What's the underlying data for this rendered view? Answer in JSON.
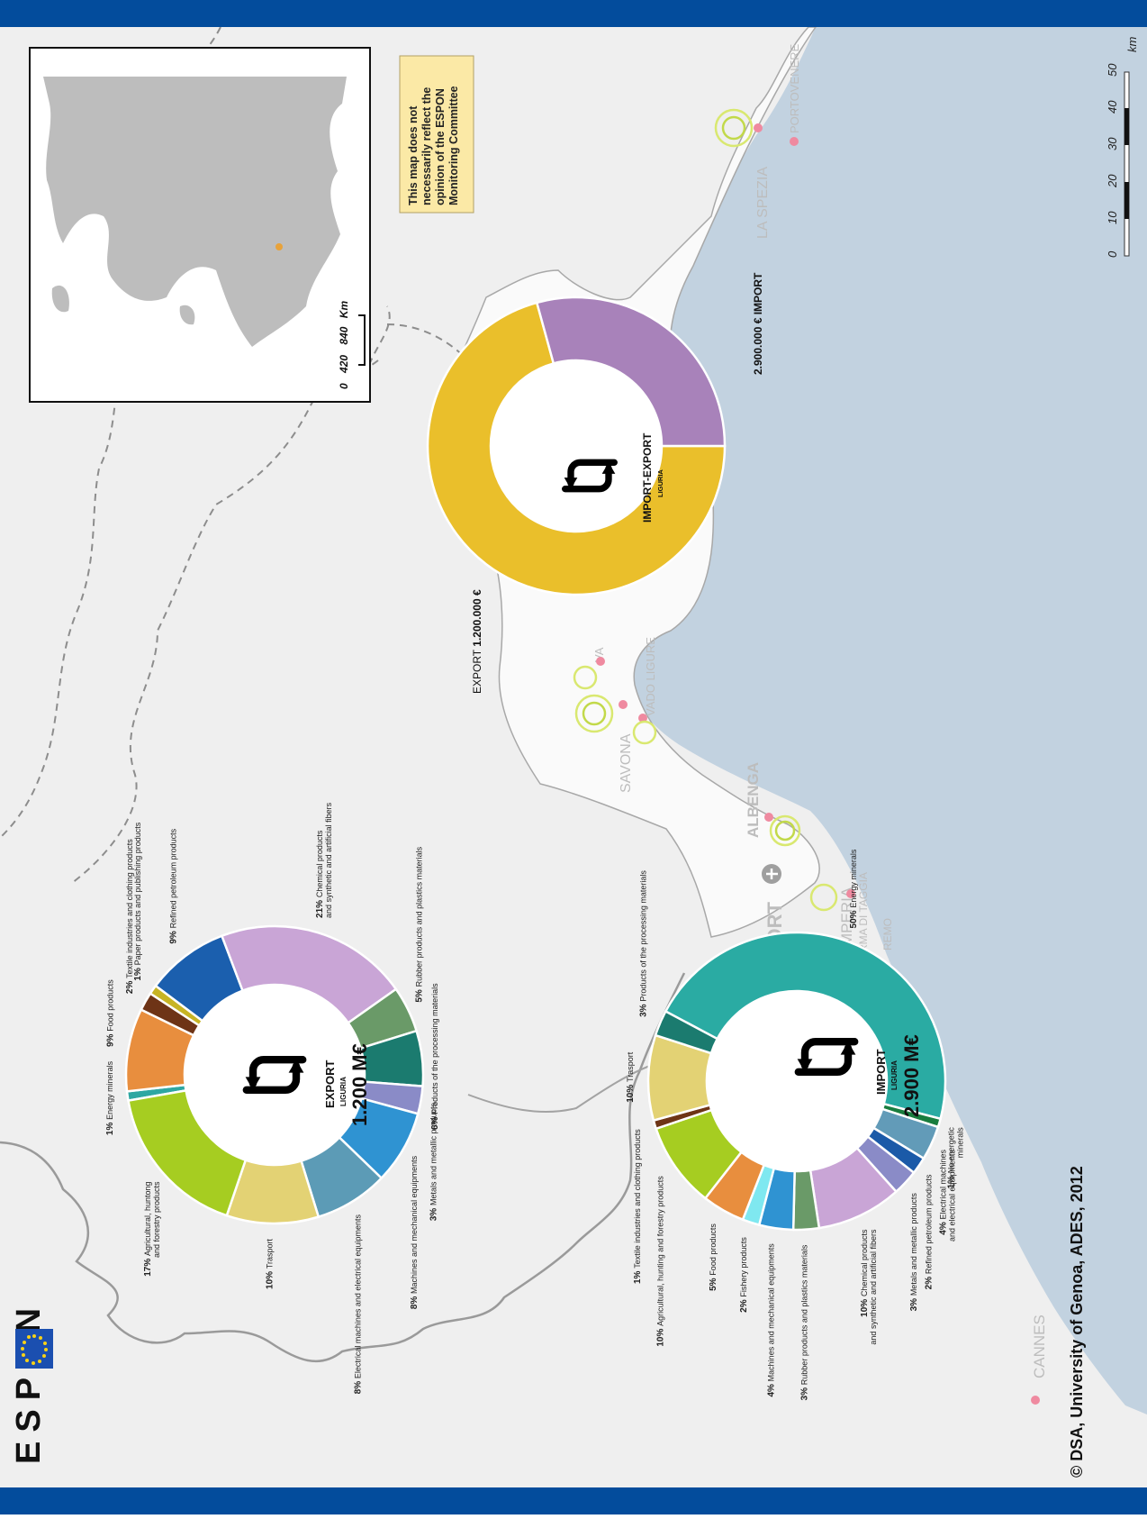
{
  "colors": {
    "band": "#034c9c",
    "land": "#efefef",
    "land_light": "#f7f7f7",
    "sea": "#c2d2e0",
    "border": "#9a9a9a",
    "note_bg": "#fbe9a6",
    "city_grey": "#bdbdbd",
    "port_pink": "#ef8aa0"
  },
  "map": {
    "copyright": "© DSA, University of Genoa, ADES, 2012",
    "logo": "ESPON",
    "note": [
      "This map does not",
      "necessarily reflect the",
      "opinion of the ESPON",
      "Monitoring Committee"
    ],
    "inset_scale": {
      "ticks": [
        "0",
        "420",
        "840"
      ],
      "unit": "Km"
    },
    "scale": {
      "ticks": [
        "0",
        "10",
        "20",
        "30",
        "40",
        "50"
      ],
      "unit": "km"
    },
    "places": [
      "LA SPEZIA",
      "PORTOVENERE",
      "VADO LIGURE",
      "VA",
      "SAVONA",
      "ALBENGA",
      "AIRPORT",
      "ARMA DI TAGGIA",
      "MPERIA",
      "REMO",
      "CANNES"
    ]
  },
  "import_export": {
    "title": "IMPORT-EXPORT",
    "region": "LIGURIA",
    "import_label": "2.900.000 € IMPORT",
    "export_label_prefix": "EXPORT",
    "export_label_value": "1.200.000 €",
    "values": {
      "import": 2900000,
      "export": 1200000
    }
  },
  "export": {
    "title": "EXPORT",
    "region": "LIGURIA",
    "total": "1.200 M€"
  },
  "import": {
    "title": "IMPORT",
    "region": "LIGURIA",
    "total": "2.900 M€"
  },
  "chart_data": [
    {
      "type": "pie",
      "title": "IMPORT-EXPORT LIGURIA",
      "categories": [
        "IMPORT",
        "EXPORT"
      ],
      "values": [
        2900000,
        1200000
      ],
      "colors": [
        "#eabf2b",
        "#a882ba"
      ]
    },
    {
      "type": "pie",
      "title": "EXPORT LIGURIA 1.200 M€",
      "categories": [
        "Energy minerals",
        "Food products",
        "Textile industries and clothing products",
        "Paper products and publishing products",
        "Refined petroleum products",
        "Chemical products and synthetic and artificial fibers",
        "Rubber products and plastics materials",
        "Products of the processing materials",
        "Metals and metallic products",
        "Machines and mechanical equipments",
        "Electrical machines and electrical equipments",
        "Trasport",
        "Agricultural, hunting and forestry products"
      ],
      "labels": [
        "Energy minerals",
        "Food products",
        "Textile industries and clothing products",
        "Paper products and publishing products",
        "Refined petroleum products",
        "Chemical products|and synthetic and artificial fibers",
        "Rubber products and plastics materials",
        "Products of the processing materials",
        "Metals and metallic products",
        "Machines and mechanical equipments",
        "Electrical machines and electrical equipments",
        "Trasport",
        "Agricultural, huntong|and forestry products"
      ],
      "values": [
        1,
        9,
        2,
        1,
        9,
        21,
        5,
        6,
        3,
        8,
        8,
        10,
        17
      ],
      "colors": [
        "#2ea7a2",
        "#e88e3e",
        "#6e3416",
        "#c7b424",
        "#1b5fae",
        "#c9a5d6",
        "#6a9a68",
        "#1b7b6f",
        "#8a8bc7",
        "#2f93d2",
        "#5c9bb6",
        "#e3d274",
        "#a6cd21"
      ]
    },
    {
      "type": "pie",
      "title": "IMPORT LIGURIA 2.900 M€",
      "categories": [
        "Energy minerals",
        "No energetic minerals",
        "Electrical machines and electrical equipments",
        "Refined petroleum products",
        "Metals and metallic products",
        "Chemical products and synthetic and artificial fibers",
        "Rubber products and plastics materials",
        "Machines and mechanical equipments",
        "Fishery products",
        "Food products",
        "Agricultural, hunting and forestry products",
        "Textile industries and clothing products",
        "Trasport",
        "Products of the processing materials"
      ],
      "labels": [
        "Energy minerals",
        "No energetic|minerals",
        "Electrical machines|and electrical equipments",
        "Refined petroleum products",
        "Metals and metallic products",
        "Chemical products|and synthetic and artificial fibers",
        "Rubber products and plastics materials",
        "Machines and mechanical equipments",
        "Fishery products",
        "Food products",
        "Agricultural, hunting and forestry products",
        "Textile industries and clothing products",
        "Trasport",
        "Products of the processing materials"
      ],
      "values": [
        50,
        1,
        4,
        2,
        3,
        10,
        3,
        4,
        2,
        5,
        10,
        1,
        10,
        3
      ],
      "colors": [
        "#2aaba3",
        "#197d3e",
        "#629bb8",
        "#1b5aa8",
        "#8a8bc7",
        "#c9a5d6",
        "#6a9a68",
        "#2f93d2",
        "#7fe8f0",
        "#e88e3e",
        "#a6cd21",
        "#6e3416",
        "#e3d274",
        "#1b7b6f"
      ]
    }
  ]
}
